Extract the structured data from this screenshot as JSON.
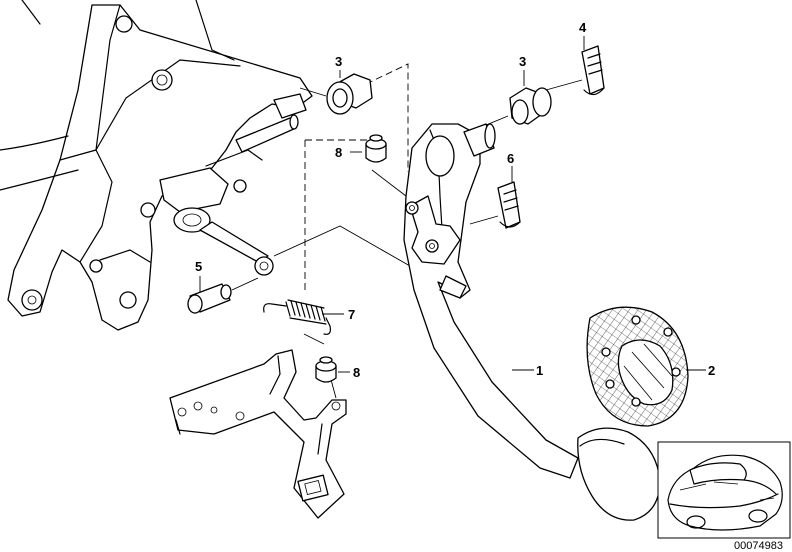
{
  "callouts": {
    "c1": "1",
    "c2": "2",
    "c3a": "3",
    "c3b": "3",
    "c4": "4",
    "c5": "5",
    "c6": "6",
    "c7": "7",
    "c8a": "8",
    "c8b": "8"
  },
  "part_number": "00074983"
}
